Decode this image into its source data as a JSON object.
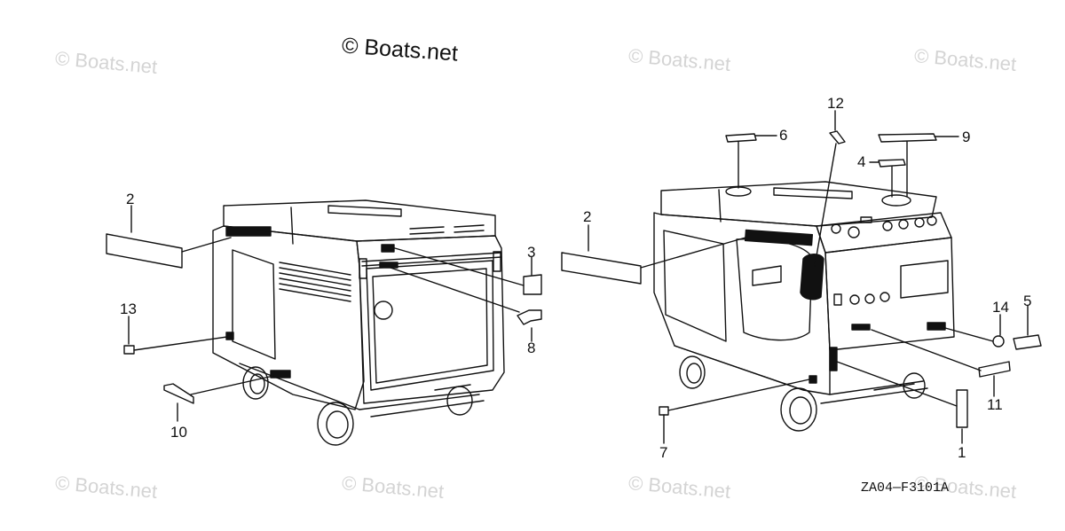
{
  "watermarks": {
    "main": "© Boats.net",
    "faint": "© Boats.net"
  },
  "diagram_code": "ZA04—F3101A",
  "callouts": {
    "c1": "1",
    "c2a": "2",
    "c2b": "2",
    "c3": "3",
    "c4": "4",
    "c5": "5",
    "c6": "6",
    "c7": "7",
    "c8": "8",
    "c9": "9",
    "c10": "10",
    "c11": "11",
    "c12": "12",
    "c13": "13",
    "c14": "14"
  },
  "colors": {
    "line": "#111111",
    "watermark": "#d4d4d4",
    "background": "#ffffff"
  }
}
